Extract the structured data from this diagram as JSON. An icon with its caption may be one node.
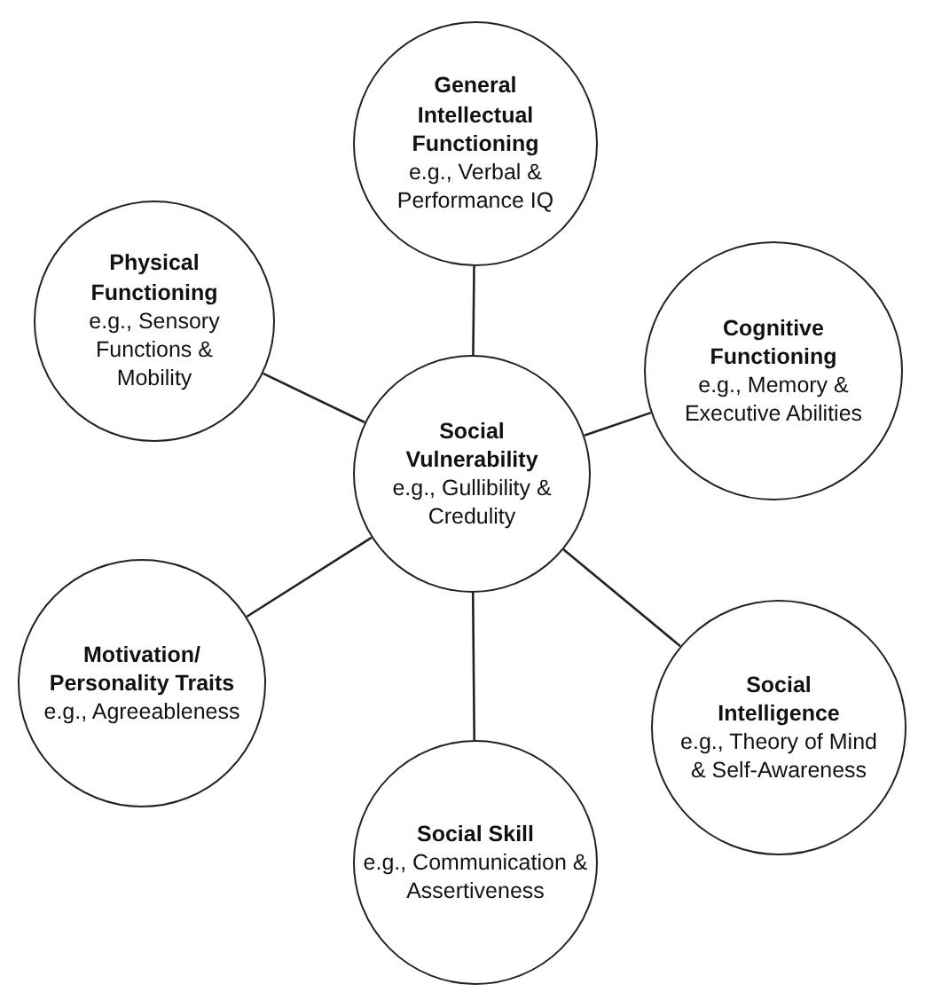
{
  "diagram": {
    "nodes": [
      {
        "text": [
          "Social Vulnerability",
          "e.g., Gullibility & Credulity"
        ]
      },
      {
        "text": [
          "General Intellectual Functioning",
          "e.g., Verbal & Performance IQ"
        ]
      },
      {
        "text": [
          "Physical Functioning",
          "e.g., Sensory Functions & Mobility"
        ]
      },
      {
        "text": [
          "Cognitive Functioning",
          "e.g., Memory & Executive Abilities"
        ]
      },
      {
        "text": [
          "Motivation/ Personality Traits",
          "e.g., Agreeableness"
        ]
      },
      {
        "text": [
          "Social Intelligence",
          "e.g., Theory of Mind & Self-Awareness"
        ]
      },
      {
        "text": [
          "Social Skill",
          "e.g., Communication & Assertiveness"
        ]
      }
    ],
    "edges": [
      {
        "from": 0,
        "to": 1,
        "arrow": "none"
      },
      {
        "from": 0,
        "to": 2,
        "arrow": "none"
      },
      {
        "from": 0,
        "to": 3,
        "arrow": "none"
      },
      {
        "from": 0,
        "to": 4,
        "arrow": "none"
      },
      {
        "from": 0,
        "to": 5,
        "arrow": "none"
      },
      {
        "from": 0,
        "to": 6,
        "arrow": "none"
      }
    ]
  }
}
